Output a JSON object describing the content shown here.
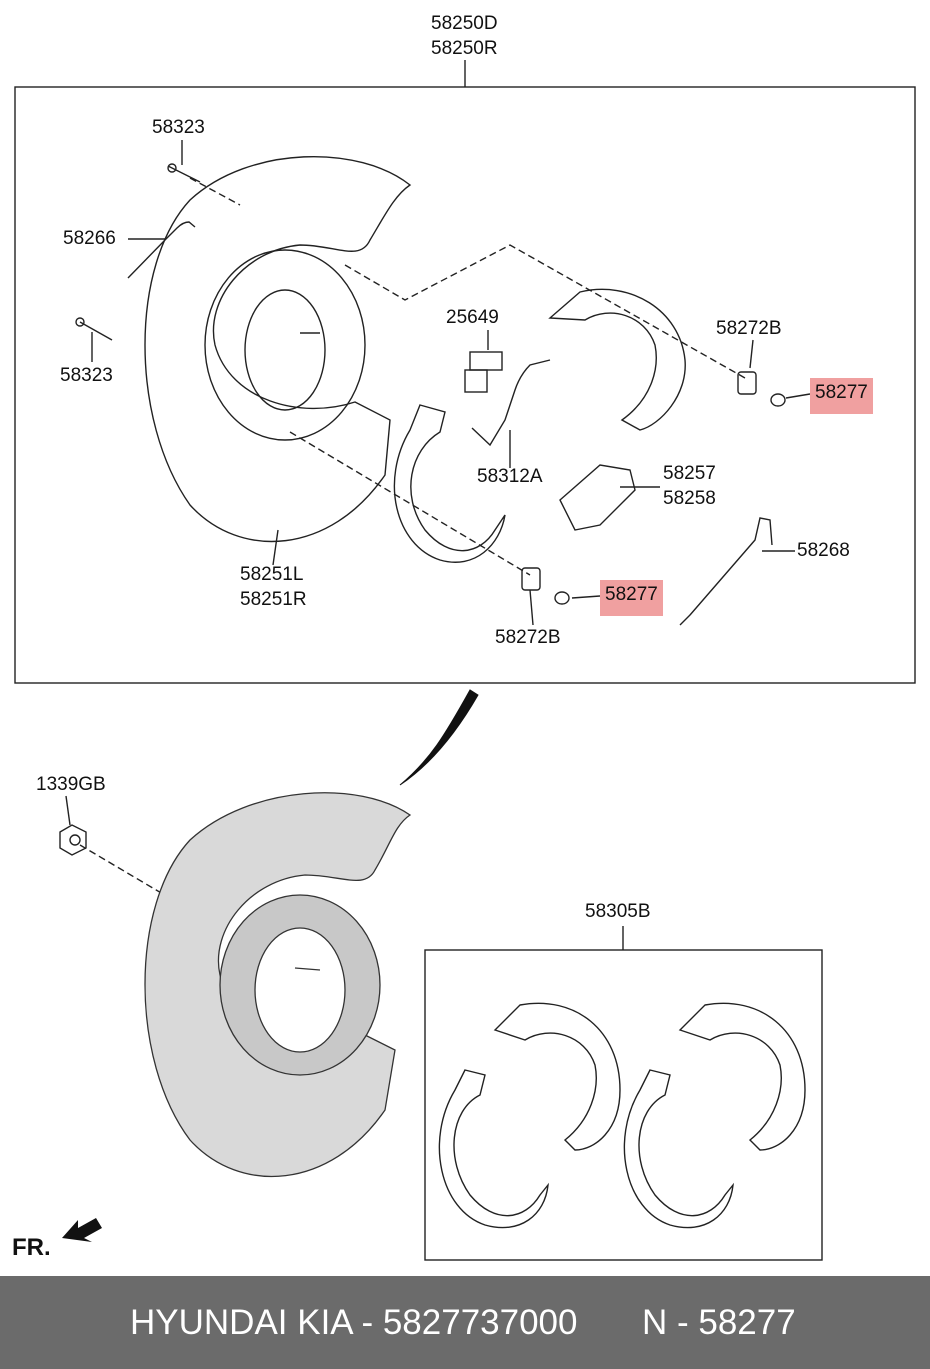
{
  "labels": {
    "assy_d": "58250D",
    "assy_r": "58250R",
    "pin_top": "58323",
    "spring_upper": "58266",
    "pin_left": "58323",
    "sensor": "25649",
    "spring_mid": "58312A",
    "adjuster_a": "58257",
    "adjuster_b": "58258",
    "spring_right": "58268",
    "plate_l": "58251L",
    "plate_r": "58251R",
    "spring_cup_upper": "58272B",
    "spring_cup_lower": "58272B",
    "washer_upper": "58277",
    "washer_lower": "58277",
    "nut": "1339GB",
    "shoe_kit": "58305B"
  },
  "fr_label": "FR.",
  "footer": {
    "brand": "HYUNDAI  KIA - 5827737000",
    "part": "N - 58277"
  },
  "colors": {
    "highlight": "#f0a0a0",
    "footer_bg": "#6b6b6b",
    "footer_text": "#ffffff",
    "line": "#222222",
    "plate_fill": "#d9d9d9"
  }
}
